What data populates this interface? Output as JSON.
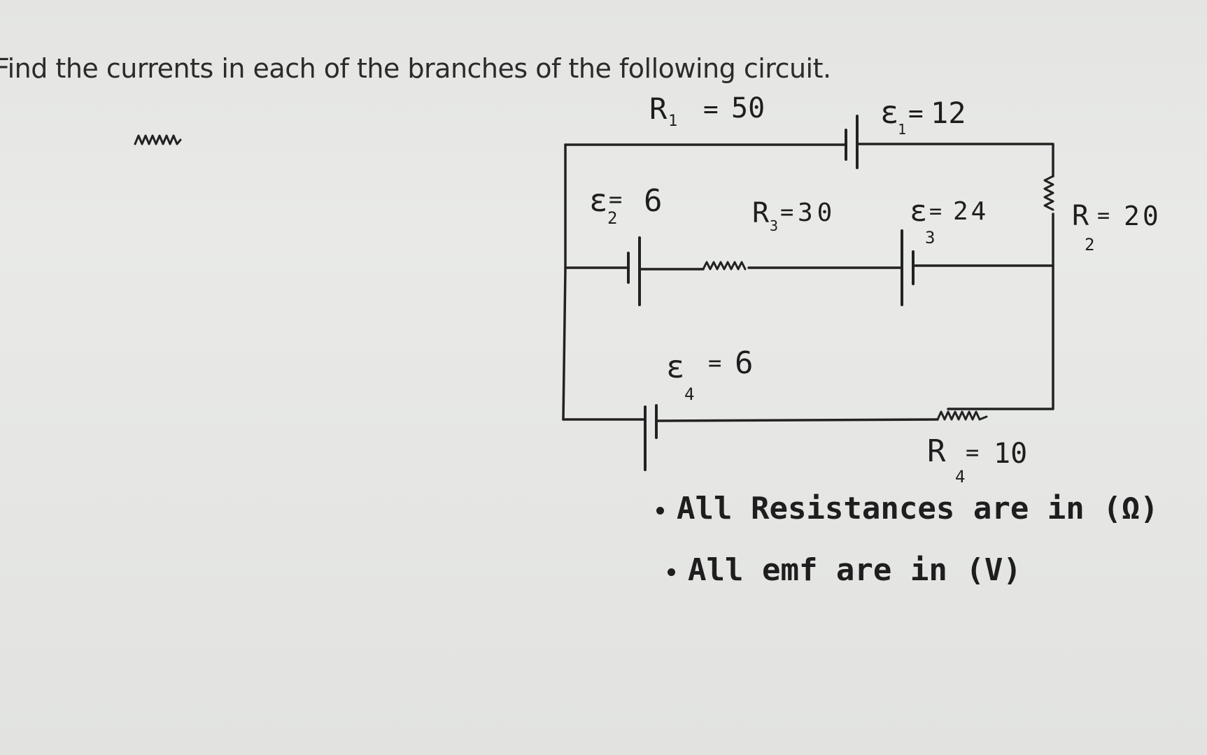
{
  "question": "Find the currents in each of the branches of the following circuit.",
  "components": {
    "r1": {
      "name": "R",
      "sub": "1",
      "value": "50"
    },
    "e1": {
      "name": "ε",
      "sub": "1",
      "value": "12"
    },
    "e2": {
      "name": "ε",
      "sub": "2",
      "value": "6"
    },
    "r3": {
      "name": "R",
      "sub": "3",
      "value": "30"
    },
    "e3": {
      "name": "ε",
      "sub": "3",
      "value": "24"
    },
    "r2": {
      "name": "R",
      "sub": "2",
      "value": "20"
    },
    "e4": {
      "name": "ε",
      "sub": "4",
      "value": "6"
    },
    "r4": {
      "name": "R",
      "sub": "4",
      "value": "10"
    }
  },
  "notes": [
    "All Resistances are in (Ω)",
    "All emf are in (V)"
  ]
}
